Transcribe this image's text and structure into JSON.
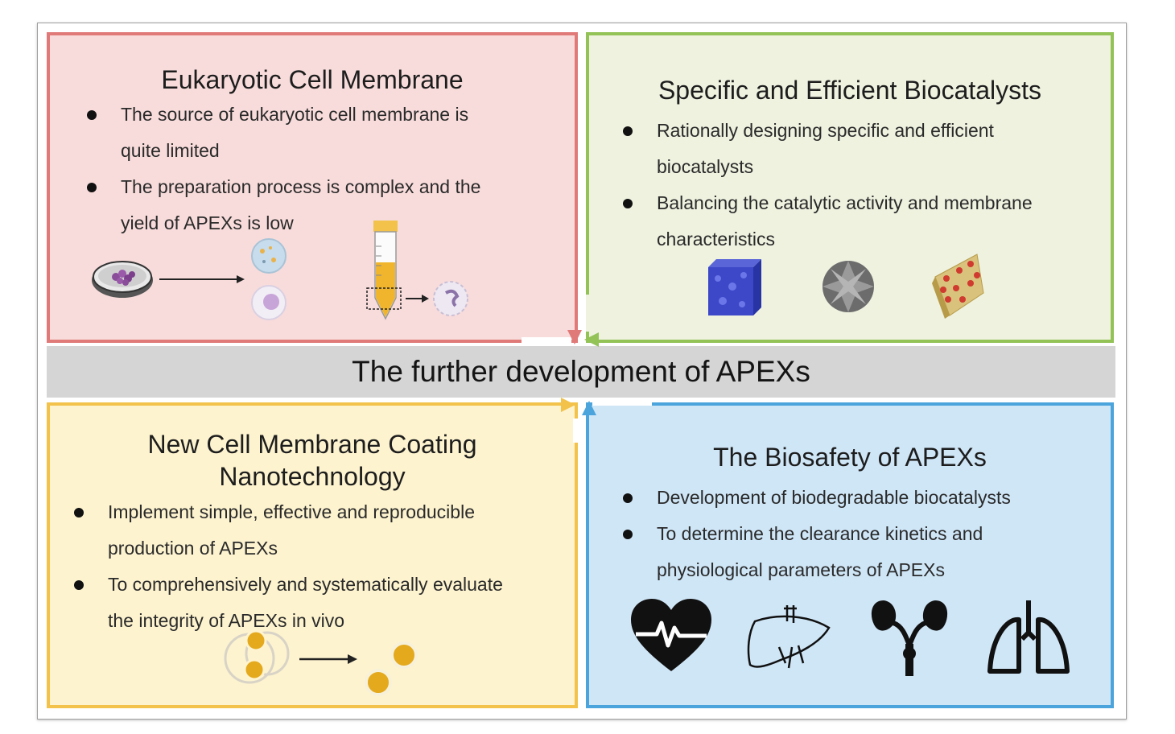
{
  "center_banner": "The further development of APEXs",
  "panels": {
    "top_left": {
      "title": "Eukaryotic Cell Membrane",
      "bullets": [
        [
          "The source of  eukaryotic cell membrane is",
          "quite limited"
        ],
        [
          "The preparation process is complex and the",
          "yield of APEXs is low"
        ]
      ],
      "color": "#e07a78",
      "fill": "#f8dcdb"
    },
    "top_right": {
      "title": "Specific and Efficient Biocatalysts",
      "bullets": [
        [
          "Rationally designing specific and efficient",
          "biocatalysts"
        ],
        [
          "Balancing the catalytic activity and membrane",
          "characteristics"
        ]
      ],
      "color": "#93c257",
      "fill": "#eef2df"
    },
    "bottom_left": {
      "title": [
        "New Cell Membrane Coating",
        "Nanotechnology"
      ],
      "bullets": [
        [
          "Implement simple, effective and reproducible",
          "production of APEXs"
        ],
        [
          "To comprehensively and systematically evaluate",
          "the integrity of APEXs in vivo"
        ]
      ],
      "color": "#f2c24a",
      "fill": "#fdf3cf"
    },
    "bottom_right": {
      "title": "The Biosafety of APEXs",
      "bullets": [
        [
          "Development of biodegradable biocatalysts"
        ],
        [
          "To determine the clearance kinetics and",
          "physiological parameters of APEXs"
        ]
      ],
      "color": "#4ba4dc",
      "fill": "#cfe6f7"
    }
  },
  "icons": [
    "petri-dish-icon",
    "cell-icon",
    "centrifuge-tube-icon",
    "porous-cube-icon",
    "nanoflower-icon",
    "nanosheet-icon",
    "coated-nanoparticle-icon",
    "heart-icon",
    "liver-icon",
    "kidney-icon",
    "lung-icon"
  ]
}
